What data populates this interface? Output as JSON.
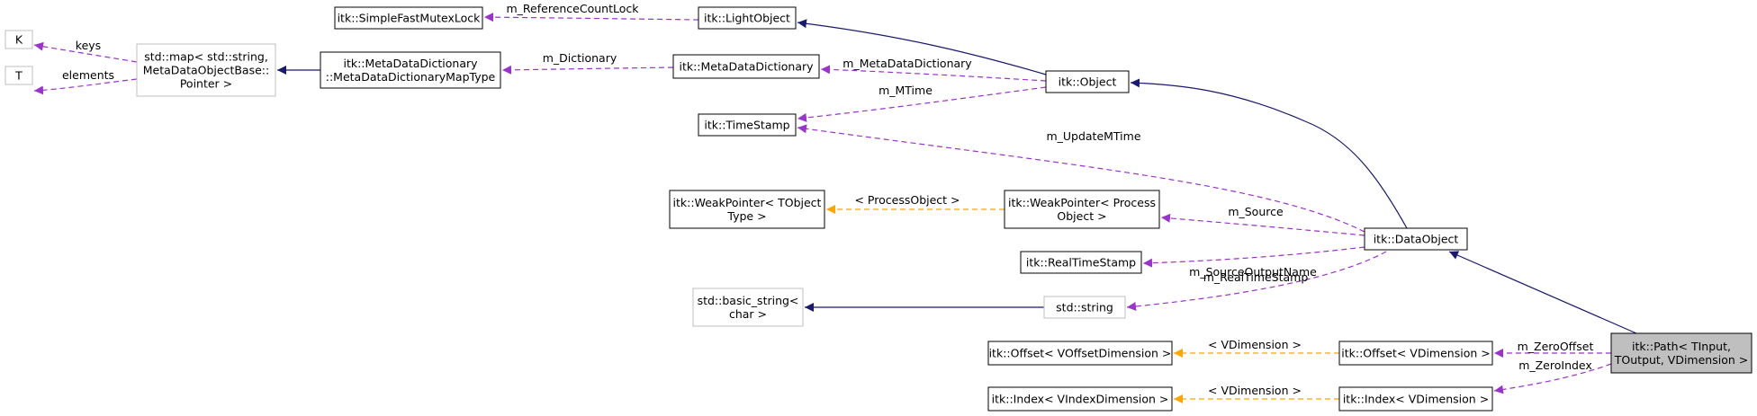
{
  "diagram": {
    "colors": {
      "inheritance": "#191970",
      "usage": "#9a32cd",
      "template": "#ffa500",
      "focus_fill": "#bfbfbf",
      "border_dark": "#000000",
      "border_light": "#bfbfbf"
    },
    "nodes": [
      {
        "id": "K",
        "lines": [
          "K"
        ],
        "style": "light"
      },
      {
        "id": "T",
        "lines": [
          "T"
        ],
        "style": "light"
      },
      {
        "id": "map",
        "lines": [
          "std::map< std::string,",
          "MetaDataObjectBase::",
          "Pointer >"
        ],
        "style": "light"
      },
      {
        "id": "mddmt",
        "lines": [
          "itk::MetaDataDictionary",
          "::MetaDataDictionaryMapType"
        ],
        "style": "dark"
      },
      {
        "id": "sfml",
        "lines": [
          "itk::SimpleFastMutexLock"
        ],
        "style": "dark"
      },
      {
        "id": "lightobj",
        "lines": [
          "itk::LightObject"
        ],
        "style": "dark"
      },
      {
        "id": "mdd",
        "lines": [
          "itk::MetaDataDictionary"
        ],
        "style": "dark"
      },
      {
        "id": "object",
        "lines": [
          "itk::Object"
        ],
        "style": "dark"
      },
      {
        "id": "timestamp",
        "lines": [
          "itk::TimeStamp"
        ],
        "style": "dark"
      },
      {
        "id": "wpot",
        "lines": [
          "itk::WeakPointer< TObject",
          "Type >"
        ],
        "style": "dark"
      },
      {
        "id": "wppo",
        "lines": [
          "itk::WeakPointer< Process",
          "Object >"
        ],
        "style": "dark"
      },
      {
        "id": "dataobject",
        "lines": [
          "itk::DataObject"
        ],
        "style": "dark"
      },
      {
        "id": "realtimestamp",
        "lines": [
          "itk::RealTimeStamp"
        ],
        "style": "dark"
      },
      {
        "id": "basicstring",
        "lines": [
          "std::basic_string<",
          "char >"
        ],
        "style": "light"
      },
      {
        "id": "stdstring",
        "lines": [
          "std::string"
        ],
        "style": "light"
      },
      {
        "id": "offsetvod",
        "lines": [
          "itk::Offset< VOffsetDimension >"
        ],
        "style": "dark"
      },
      {
        "id": "offsetvd",
        "lines": [
          "itk::Offset< VDimension >"
        ],
        "style": "dark"
      },
      {
        "id": "path",
        "lines": [
          "itk::Path< TInput,",
          "TOutput, VDimension >"
        ],
        "style": "focus"
      },
      {
        "id": "indexvid",
        "lines": [
          "itk::Index< VIndexDimension >"
        ],
        "style": "dark"
      },
      {
        "id": "indexvd",
        "lines": [
          "itk::Index< VDimension >"
        ],
        "style": "dark"
      }
    ],
    "edges": [
      {
        "id": "e-keys",
        "kind": "usage",
        "label": "keys"
      },
      {
        "id": "e-elements",
        "kind": "usage",
        "label": "elements"
      },
      {
        "id": "e-map-mddmt",
        "kind": "inheritance",
        "label": ""
      },
      {
        "id": "e-dictionary",
        "kind": "usage",
        "label": "m_Dictionary"
      },
      {
        "id": "e-refcountlock",
        "kind": "usage",
        "label": "m_ReferenceCountLock"
      },
      {
        "id": "e-lightobj-object",
        "kind": "inheritance",
        "label": ""
      },
      {
        "id": "e-metadatadictionary",
        "kind": "usage",
        "label": "m_MetaDataDictionary"
      },
      {
        "id": "e-mtime",
        "kind": "usage",
        "label": "m_MTime"
      },
      {
        "id": "e-object-dataobject",
        "kind": "inheritance",
        "label": ""
      },
      {
        "id": "e-updatemtime",
        "kind": "usage",
        "label": "m_UpdateMTime"
      },
      {
        "id": "e-processobject",
        "kind": "template",
        "label": "< ProcessObject >"
      },
      {
        "id": "e-source",
        "kind": "usage",
        "label": "m_Source"
      },
      {
        "id": "e-realtimestamp",
        "kind": "usage",
        "label": "m_RealTimeStamp"
      },
      {
        "id": "e-sourceoutputname",
        "kind": "usage",
        "label": "m_SourceOutputName"
      },
      {
        "id": "e-basicstring-stdstring",
        "kind": "inheritance",
        "label": ""
      },
      {
        "id": "e-dataobject-path",
        "kind": "inheritance",
        "label": ""
      },
      {
        "id": "e-offset-vdimension",
        "kind": "template",
        "label": "< VDimension >"
      },
      {
        "id": "e-zerooffset",
        "kind": "usage",
        "label": "m_ZeroOffset"
      },
      {
        "id": "e-index-vdimension",
        "kind": "template",
        "label": "< VDimension >"
      },
      {
        "id": "e-zeroindex",
        "kind": "usage",
        "label": "m_ZeroIndex"
      }
    ]
  }
}
